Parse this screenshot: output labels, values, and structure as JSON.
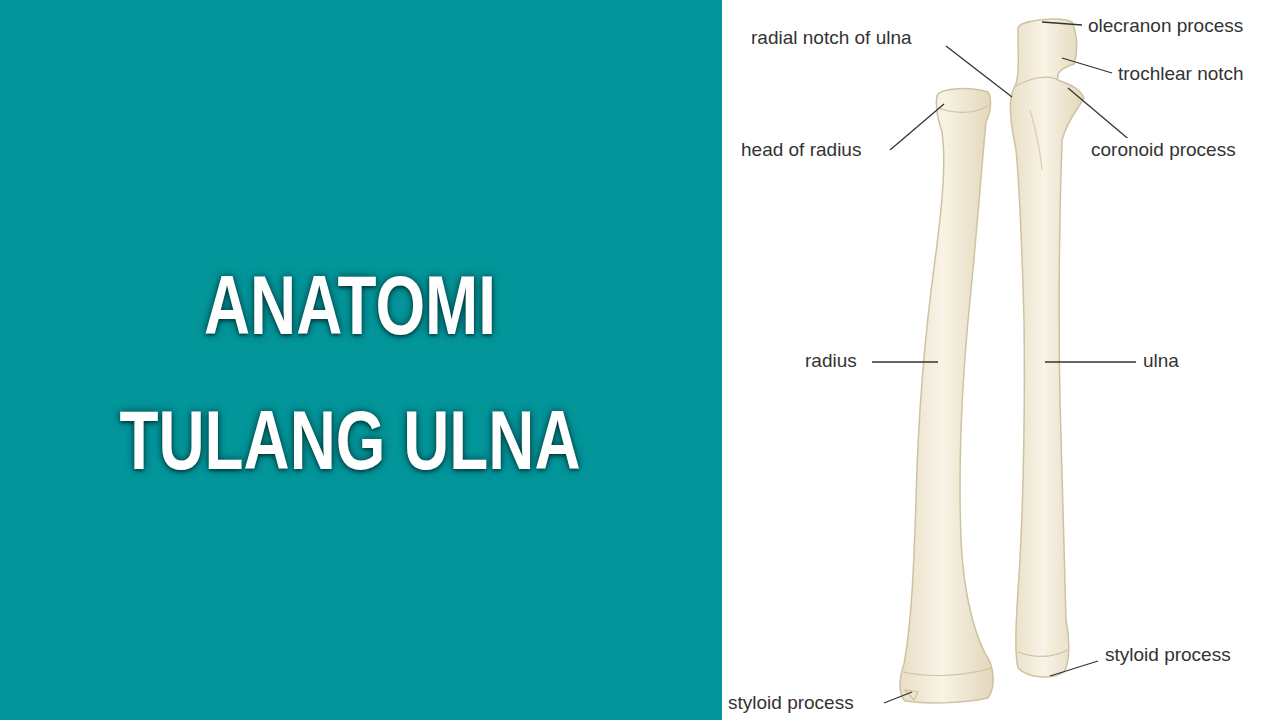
{
  "diagram": {
    "title": "ANATOMI TULANG ULNA",
    "labels": [
      "radial notch of ulna",
      "olecranon process",
      "trochlear notch",
      "head of radius",
      "coronoid process",
      "radius",
      "ulna",
      "styloid process",
      "styloid process"
    ]
  }
}
